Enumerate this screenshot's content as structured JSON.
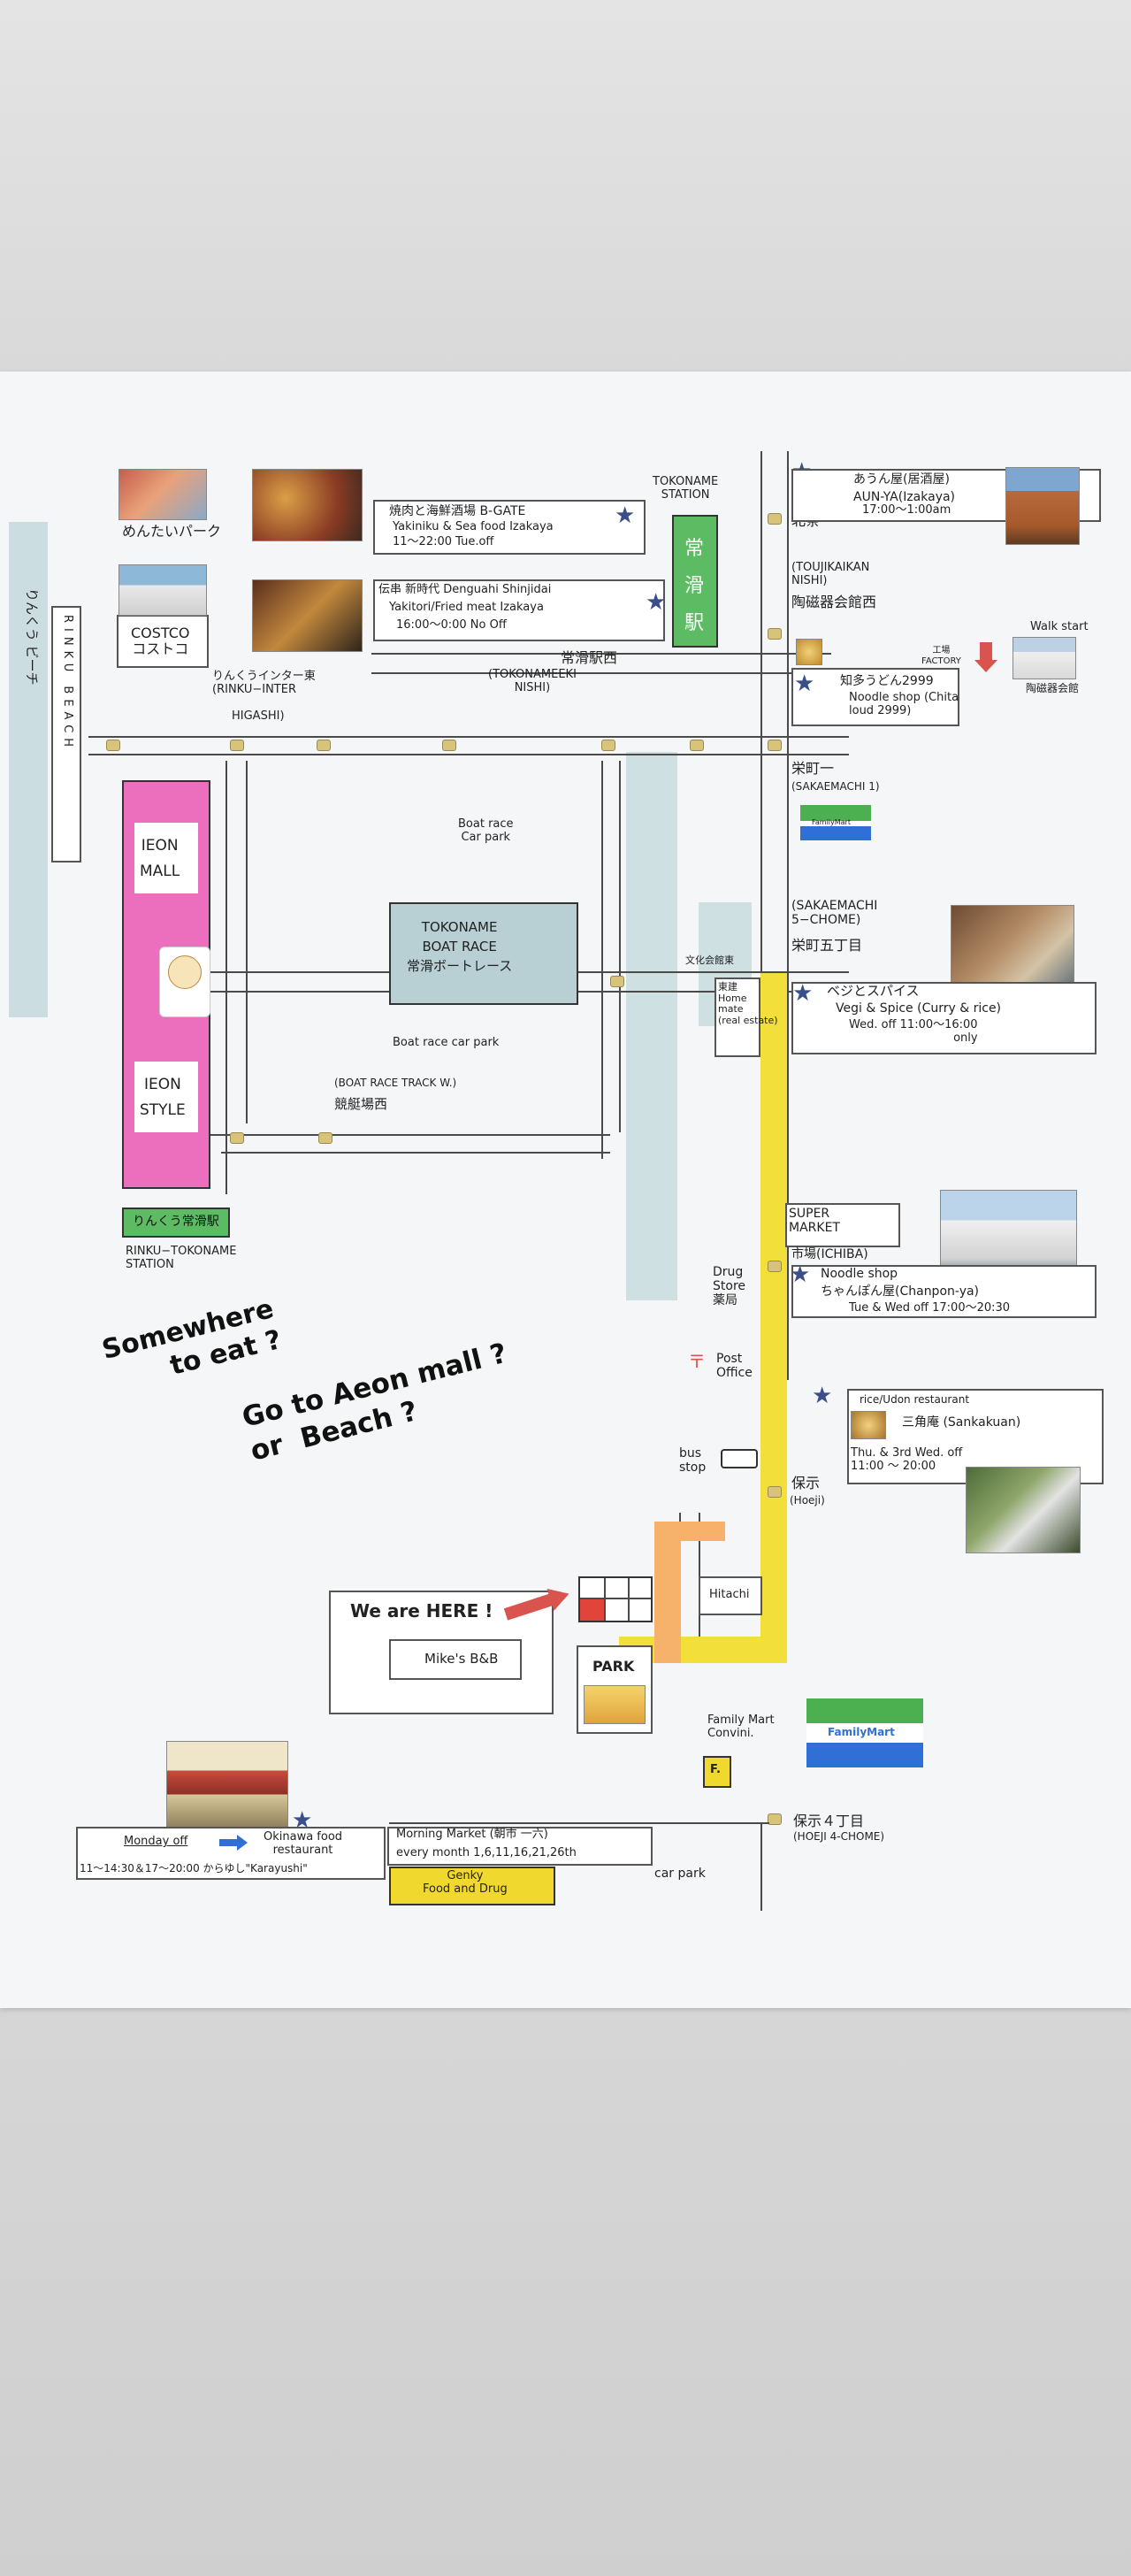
{
  "colors": {
    "route_yellow": "#f2df3a",
    "station_green": "#5dbb63",
    "mall_pink": "#ec6fbd",
    "river_blue": "#cfe0e3",
    "boat_race_teal": "#b8cfd3",
    "here_red": "#e0443a",
    "arrow_red": "#d9534f",
    "handwriting_black": "#111111",
    "familymart_green": "#4caf50",
    "familymart_blue": "#2f6fd6",
    "genky_yellow": "#f0d82e",
    "park_orange": "#f6b26b"
  },
  "labels": {
    "rinku_beach": "りんくう ビーチ",
    "rinku_beach_en": "RINKU BEACH",
    "mentai_park": "めんたいパーク",
    "costco": "COSTCO\nコストコ",
    "rinku_inter": "りんくうインター東\n(RINKU−INTER",
    "higashi": "HIGASHI)",
    "bgate_jp": "焼肉と海鮮酒場 B-GATE",
    "bgate_en": "Yakiniku & Sea food Izakaya",
    "bgate_hours": "11〜22:00 Tue.off",
    "dengushi_jp": "伝串 新時代 Denguahi Shinjidai",
    "dengushi_en": "Yakitori/Fried meat Izakaya",
    "dengushi_hours": "16:00〜0:00 No Off",
    "tokoname_station": "TOKONAME\nSTATION",
    "tokoname_station_jp": "常滑駅",
    "tokoname_eki_nishi": "常滑駅西",
    "tokoname_eki_nishi_en": "(TOKONAMEEKI\nNISHI)",
    "kitajo": "北条",
    "toujikaikan": "(TOUJIKAIKAN\nNISHI)",
    "toujikaikan_jp": "陶磁器会館西",
    "aunya_jp": "あうん屋(居酒屋)",
    "aunya_en": "AUN-YA(Izakaya)",
    "aunya_hours": "17:00〜1:00am",
    "walk_start": "Walk start",
    "factory": "工場\nFACTORY",
    "toujikaikan_bldg": "陶磁器会館",
    "chita_jp": "知多うどん2999",
    "chita_en": "Noodle shop (Chita\nloud 2999)",
    "sakaemachi1_jp": "栄町一",
    "sakaemachi1_en": "(SAKAEMACHI 1)",
    "familymart_small": "FamilyMart",
    "eon_mall": "IEON\nMALL",
    "eon_style": "IEON\nSTYLE",
    "boat_race_carpark_top": "Boat race\nCar park",
    "tokoname_boat_race": "TOKONAME\nBOAT RACE\n常滑ボートレース",
    "boat_race_carpark_bottom": "Boat race car park",
    "boat_race_track": "(BOAT RACE TRACK W.)",
    "kyoteijo_nishi": "競艇場西",
    "sakaemachi_5": "(SAKAEMACHI\n5−CHOME)",
    "sakaemachi_5_jp": "栄町五丁目",
    "bunka_kaikan": "文化会館東",
    "tokai_home": "東建\nHome\nmate\n(real estate)",
    "vegi_jp": "ベジとスパイス",
    "vegi_en": "Vegi & Spice (Curry & rice)",
    "vegi_hours": "Wed. off 11:00〜16:00\nonly",
    "rinku_tokoname_station_jp": "りんくう常滑駅",
    "rinku_tokoname_station_en": "RINKU−TOKONAME\nSTATION",
    "super_market": "SUPER\nMARKET",
    "ichiba": "市場(ICHIBA)",
    "drug_store": "Drug\nStore\n薬局",
    "champon_en": "Noodle shop",
    "champon_jp": "ちゃんぽん屋(Chanpon-ya)",
    "champon_hours": "Tue & Wed off 17:00〜20:30",
    "post_office": "Post\nOffice",
    "sankakuan_type": "rice/Udon restaurant",
    "sankakuan_jp": "三角庵 (Sankakuan)",
    "sankakuan_hours": "Thu. & 3rd Wed. off\n11:00 〜 20:00",
    "bus_stop": "bus\nstop",
    "hoeji_jp": "保示",
    "hoeji_en": "(Hoeji)",
    "hitachi": "Hitachi",
    "we_are_here": "We are HERE !",
    "mikes_bnb": "Mike's B&B",
    "park": "PARK",
    "familymart_conv": "Family Mart\nConvini.",
    "familymart_f": "F.",
    "familymart_big": "FamilyMart",
    "hoeji4_jp": "保示４丁目",
    "hoeji4_en": "(HOEJI 4-CHOME)",
    "monday_off": "Monday off",
    "okinawa": "Okinawa food\nrestaurant",
    "karayushi_hours": "11〜14:30＆17〜20:00  からゆし\"Karayushi\"",
    "morning_market": "Morning Market (朝市 一六)",
    "every_month": "every month  1,6,11,16,21,26th",
    "genky": "Genky\nFood and Drug",
    "car_park": "car park",
    "handwriting_1": "Somewhere\nto eat ?",
    "handwriting_2": "Go to Aeon mall ?\nor  Beach ?"
  },
  "icons": [
    "star-icon",
    "arrow-icon",
    "bus-icon",
    "post-office-icon",
    "maneki-neko-icon"
  ]
}
